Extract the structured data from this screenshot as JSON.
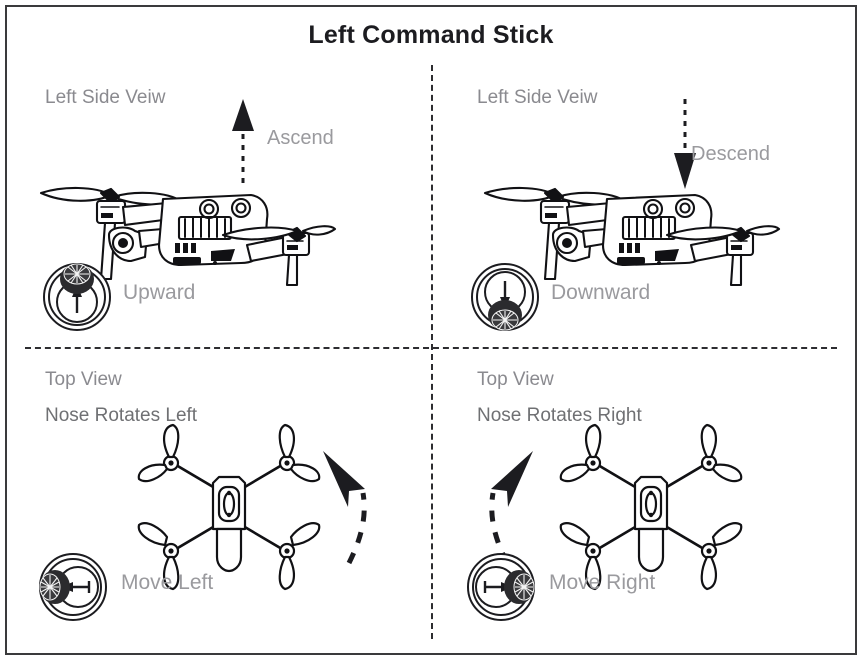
{
  "figure": {
    "title": "Left Command Stick",
    "border_color": "#3a3a3c",
    "label_color": "#8a8a8f",
    "line_color": "#1c1c20"
  },
  "quadrants": [
    {
      "id": "top-left",
      "view_label": "Left Side Veiw",
      "motion_label": "Ascend",
      "arrow_direction": "up",
      "drone_art": "drone-side-view",
      "stick_icon": "joystick-up-icon",
      "stick_label": "Upward"
    },
    {
      "id": "top-right",
      "view_label": "Left Side Veiw",
      "motion_label": "Descend",
      "arrow_direction": "down",
      "drone_art": "drone-side-view",
      "stick_icon": "joystick-down-icon",
      "stick_label": "Downward"
    },
    {
      "id": "bottom-left",
      "view_label": "Top View",
      "sub_label": "Nose Rotates Left",
      "motion_label": "",
      "arrow_direction": "curve-left",
      "drone_art": "drone-top-view",
      "stick_icon": "joystick-left-icon",
      "stick_label": "Move Left"
    },
    {
      "id": "bottom-right",
      "view_label": "Top View",
      "sub_label": "Nose Rotates Right",
      "motion_label": "",
      "arrow_direction": "curve-right",
      "drone_art": "drone-top-view",
      "stick_icon": "joystick-right-icon",
      "stick_label": "Move Right"
    }
  ]
}
